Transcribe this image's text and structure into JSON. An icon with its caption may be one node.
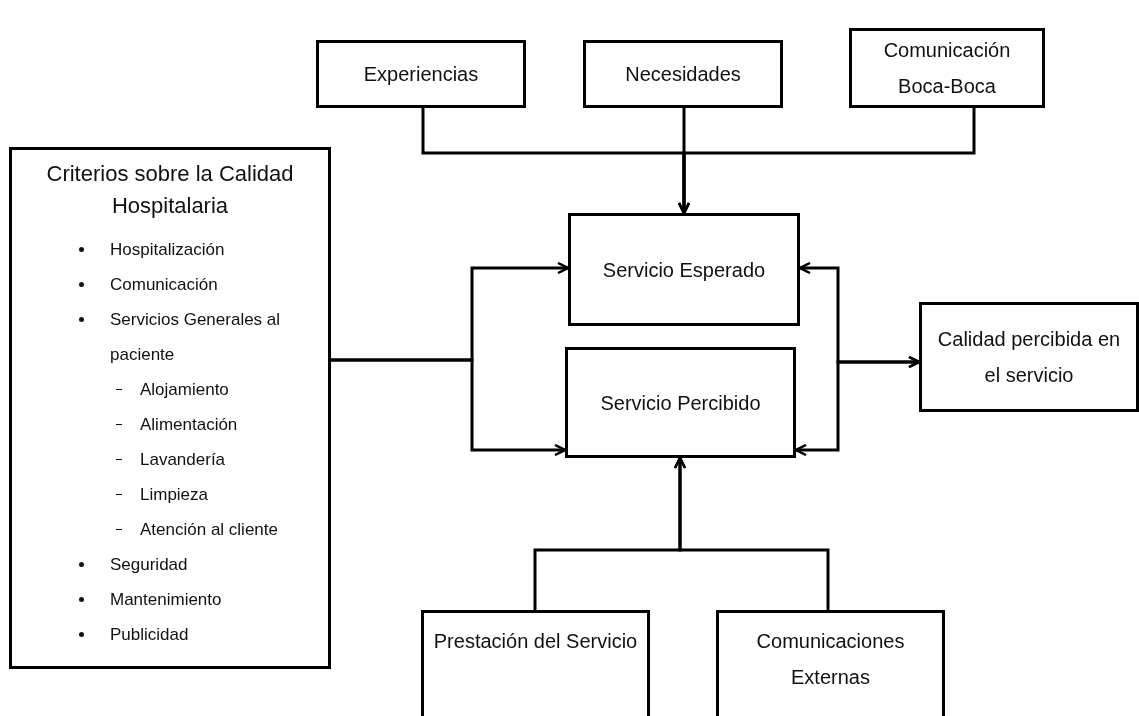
{
  "diagram": {
    "nodes": [
      {
        "text": [
          "Experiencias"
        ]
      },
      {
        "text": [
          "Necesidades"
        ]
      },
      {
        "text": [
          "Comunicación Boca-Boca"
        ]
      },
      {
        "text": [
          "Criterios sobre la Calidad Hospitalaria",
          "Hospitalización",
          "Comunicación",
          "Servicios Generales al paciente",
          "Alojamiento",
          "Alimentación",
          "Lavandería",
          "Limpieza",
          "Atención al cliente",
          "Seguridad",
          "Mantenimiento",
          "Publicidad"
        ]
      },
      {
        "text": [
          "Servicio Esperado"
        ]
      },
      {
        "text": [
          "Servicio Percibido"
        ]
      },
      {
        "text": [
          "Calidad percibida en el servicio"
        ]
      },
      {
        "text": [
          "Prestación del Servicio"
        ]
      },
      {
        "text": [
          "Comunicaciones Externas"
        ]
      }
    ],
    "edges": [
      {
        "from": 0,
        "to": 4,
        "arrow": "to"
      },
      {
        "from": 1,
        "to": 4,
        "arrow": "to"
      },
      {
        "from": 2,
        "to": 4,
        "arrow": "to"
      },
      {
        "from": 3,
        "to": 4,
        "arrow": "to"
      },
      {
        "from": 3,
        "to": 5,
        "arrow": "to"
      },
      {
        "from": 4,
        "to": 6,
        "arrow": "both"
      },
      {
        "from": 5,
        "to": 6,
        "arrow": "both"
      },
      {
        "from": 7,
        "to": 5,
        "arrow": "to"
      },
      {
        "from": 8,
        "to": 5,
        "arrow": "to"
      }
    ]
  }
}
